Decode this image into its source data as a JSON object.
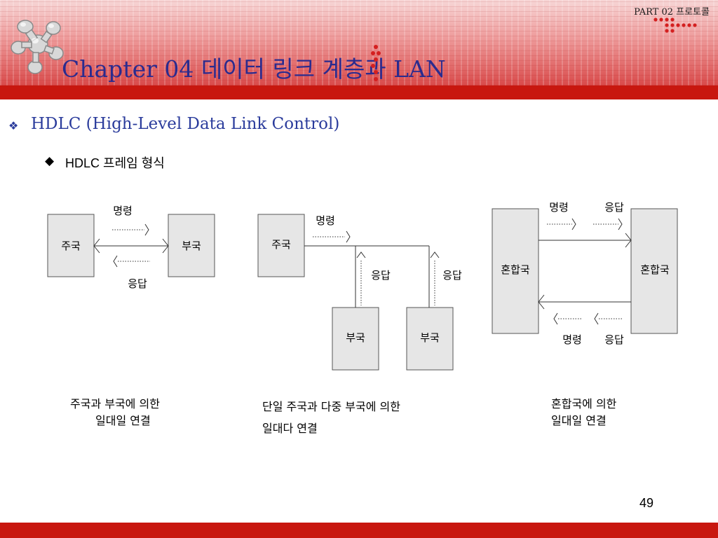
{
  "header": {
    "part_label": "PART 02 프로토콜",
    "chapter_title": "Chapter 04 데이터 링크 계층과 LAN"
  },
  "section": {
    "title": "HDLC (High-Level Data Link Control)",
    "subtitle": "HDLC  프레임 형식"
  },
  "diagram1": {
    "primary": "주국",
    "secondary": "부국",
    "command": "명령",
    "response": "응답",
    "caption_line1": "주국과 부국에 의한",
    "caption_line2": "일대일 연결"
  },
  "diagram2": {
    "primary": "주국",
    "secondary_a": "부국",
    "secondary_b": "부국",
    "command": "명령",
    "response_a": "응답",
    "response_b": "응답",
    "caption_line1": "단일 주국과 다중 부국에 의한",
    "caption_line2": "일대다 연결"
  },
  "diagram3": {
    "left_station": "혼합국",
    "right_station": "혼합국",
    "top_command": "명령",
    "top_response": "응답",
    "bottom_command": "명령",
    "bottom_response": "응답",
    "caption_line1": "혼합국에 의한",
    "caption_line2": "일대일 연결"
  },
  "footer": {
    "page_number": "49"
  },
  "colors": {
    "accent_red": "#c8170f",
    "title_blue": "#2b2b8e",
    "box_fill": "#e6e6e6"
  }
}
